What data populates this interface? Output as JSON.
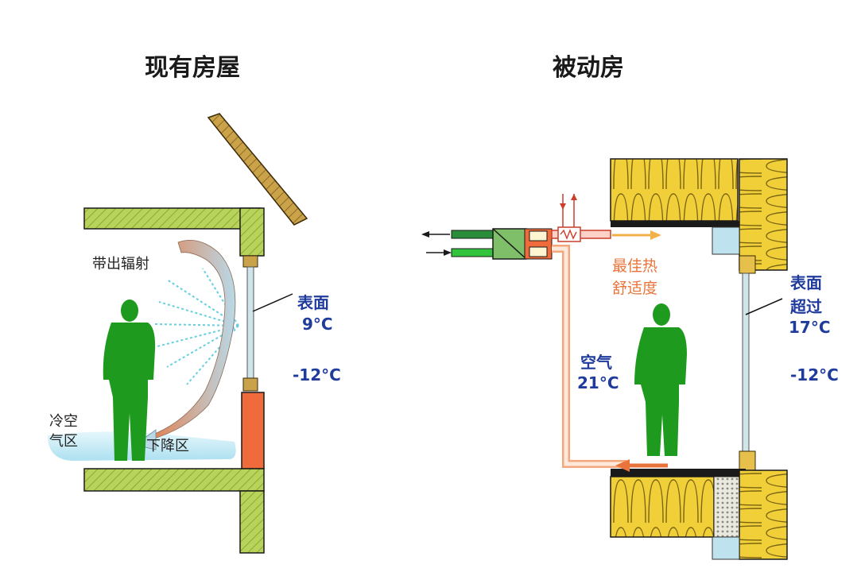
{
  "left": {
    "title": "现有房屋",
    "radiation_label": "带出辐射",
    "surface_label": "表面",
    "surface_temp": "9°C",
    "outside_temp": "-12°C",
    "cold_zone_line1": "冷空",
    "cold_zone_line2": "气区",
    "downdraft_label": "下降区"
  },
  "right": {
    "title": "被动房",
    "comfort_line1": "最佳热",
    "comfort_line2": "舒适度",
    "air_label": "空气",
    "air_temp": "21°C",
    "surface_line1": "表面",
    "surface_line2": "超过",
    "surface_temp": "17°C",
    "outside_temp": "-12°C"
  },
  "colors": {
    "person": "#1e9a1e",
    "insulation": "#f1cf39",
    "wall_green": "#b8d35a",
    "brick": "#ef6b3c",
    "air_orange": "#e8743b",
    "text_blue": "#1f3b9c"
  }
}
